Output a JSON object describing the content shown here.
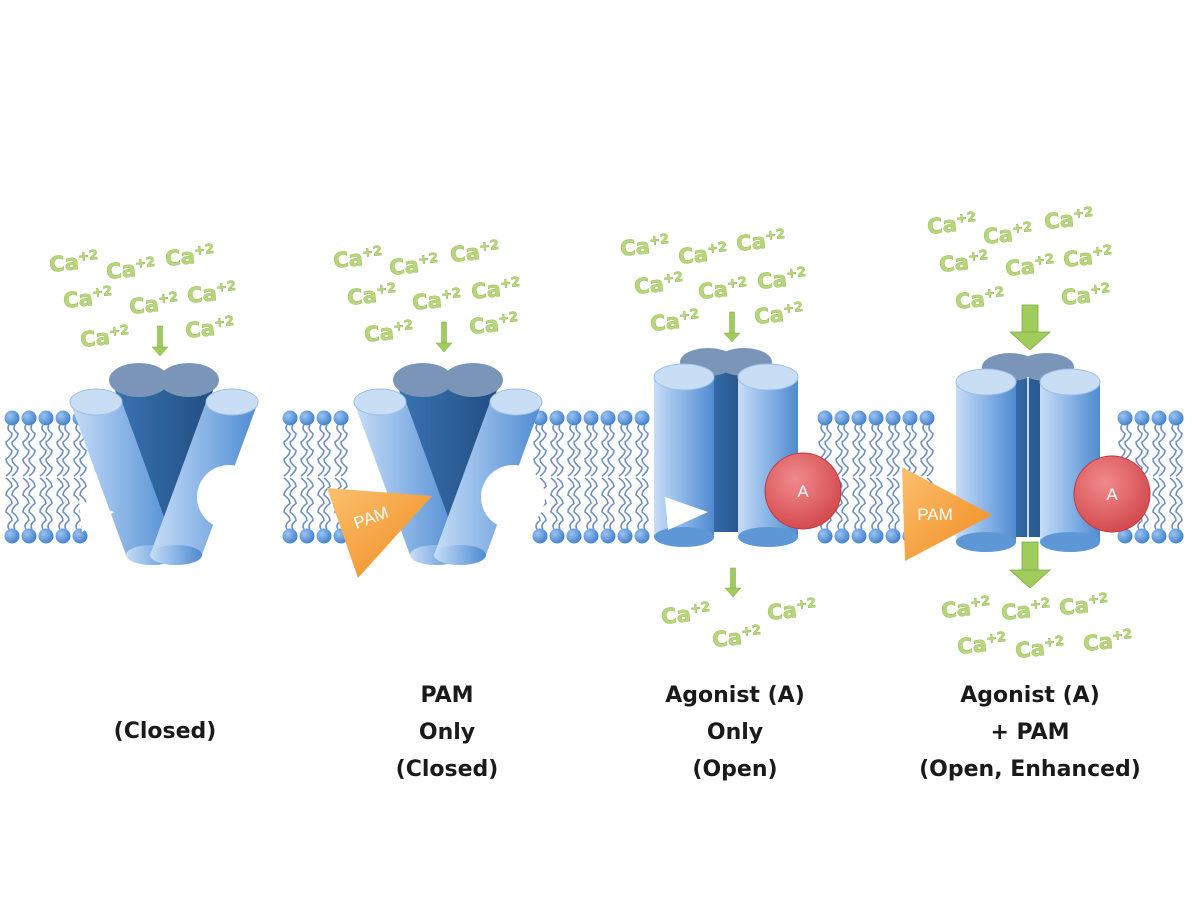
{
  "ion": {
    "base": "Ca",
    "charge": "+2"
  },
  "ligands": {
    "pam_label": "PAM",
    "agonist_label": "A"
  },
  "panels": [
    {
      "id": "closed",
      "caption": [
        "(Closed)"
      ]
    },
    {
      "id": "pam-only",
      "caption": [
        "PAM",
        "Only",
        "(Closed)"
      ]
    },
    {
      "id": "agonist-only",
      "caption": [
        "Agonist (A)",
        "Only",
        "(Open)"
      ]
    },
    {
      "id": "agonist-pam",
      "caption": [
        "Agonist (A)",
        "+ PAM",
        "(Open, Enhanced)"
      ]
    }
  ],
  "colors": {
    "channel_light": "#a8c9ee",
    "channel_mid": "#5e97d6",
    "channel_dark": "#2e5f96",
    "channel_top": "#7a95b8",
    "lipid_head": "#5b9be0",
    "lipid_tail": "#6f8fc4",
    "ion_green": "#b7d67a",
    "arrow_green": "#9fcc5a",
    "pam_orange": "#f7a23c",
    "agonist_red": "#e0565a"
  }
}
